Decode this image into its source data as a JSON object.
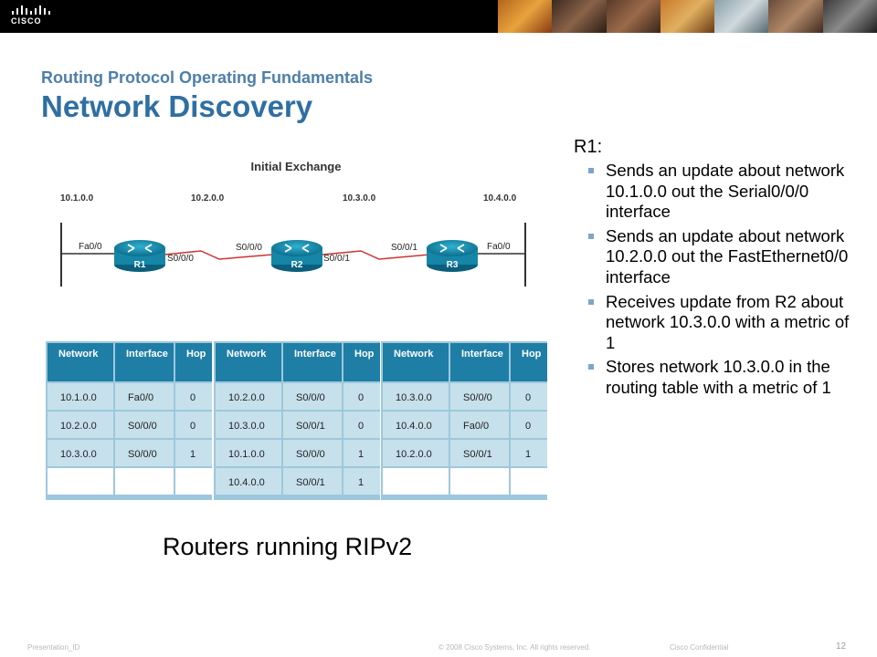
{
  "header": {
    "logo_text": "CISCO"
  },
  "title": {
    "subtitle": "Routing Protocol Operating Fundamentals",
    "main": "Network Discovery"
  },
  "diagram": {
    "title": "Initial Exchange",
    "networks": [
      "10.1.0.0",
      "10.2.0.0",
      "10.3.0.0",
      "10.4.0.0"
    ],
    "routers": [
      "R1",
      "R2",
      "R3"
    ],
    "interfaces": [
      "Fa0/0",
      "S0/0/0",
      "S0/0/0",
      "S0/0/1",
      "S0/0/1",
      "Fa0/0"
    ],
    "tables": [
      {
        "headers": [
          "Network",
          "Interface",
          "Hop"
        ],
        "rows": [
          [
            "10.1.0.0",
            "Fa0/0",
            "0"
          ],
          [
            "10.2.0.0",
            "S0/0/0",
            "0"
          ],
          [
            "10.3.0.0",
            "S0/0/0",
            "1"
          ],
          [
            "",
            "",
            ""
          ]
        ]
      },
      {
        "headers": [
          "Network",
          "Interface",
          "Hop"
        ],
        "rows": [
          [
            "10.2.0.0",
            "S0/0/0",
            "0"
          ],
          [
            "10.3.0.0",
            "S0/0/1",
            "0"
          ],
          [
            "10.1.0.0",
            "S0/0/0",
            "1"
          ],
          [
            "10.4.0.0",
            "S0/0/1",
            "1"
          ]
        ]
      },
      {
        "headers": [
          "Network",
          "Interface",
          "Hop"
        ],
        "rows": [
          [
            "10.3.0.0",
            "S0/0/0",
            "0"
          ],
          [
            "10.4.0.0",
            "Fa0/0",
            "0"
          ],
          [
            "10.2.0.0",
            "S0/0/1",
            "1"
          ],
          [
            "",
            "",
            ""
          ]
        ]
      }
    ]
  },
  "content": {
    "heading": "R1:",
    "bullets": [
      "Sends an update about network 10.1.0.0 out the Serial0/0/0 interface",
      "Sends an update about network 10.2.0.0 out the FastEthernet0/0 interface",
      "Receives update from R2 about network 10.3.0.0 with a metric of 1",
      "Stores network 10.3.0.0 in the routing table with a metric of 1"
    ]
  },
  "caption": "Routers running RIPv2",
  "footer": {
    "left": "Presentation_ID",
    "center": "© 2008 Cisco Systems, Inc. All rights reserved.",
    "right": "Cisco Confidential",
    "page": "12"
  },
  "colors": {
    "title": "#2f6fa2",
    "table_header": "#1f7ea6",
    "table_row": "#c6e0ec",
    "router": "#1d8fb0",
    "serial_link": "#cc3333"
  }
}
